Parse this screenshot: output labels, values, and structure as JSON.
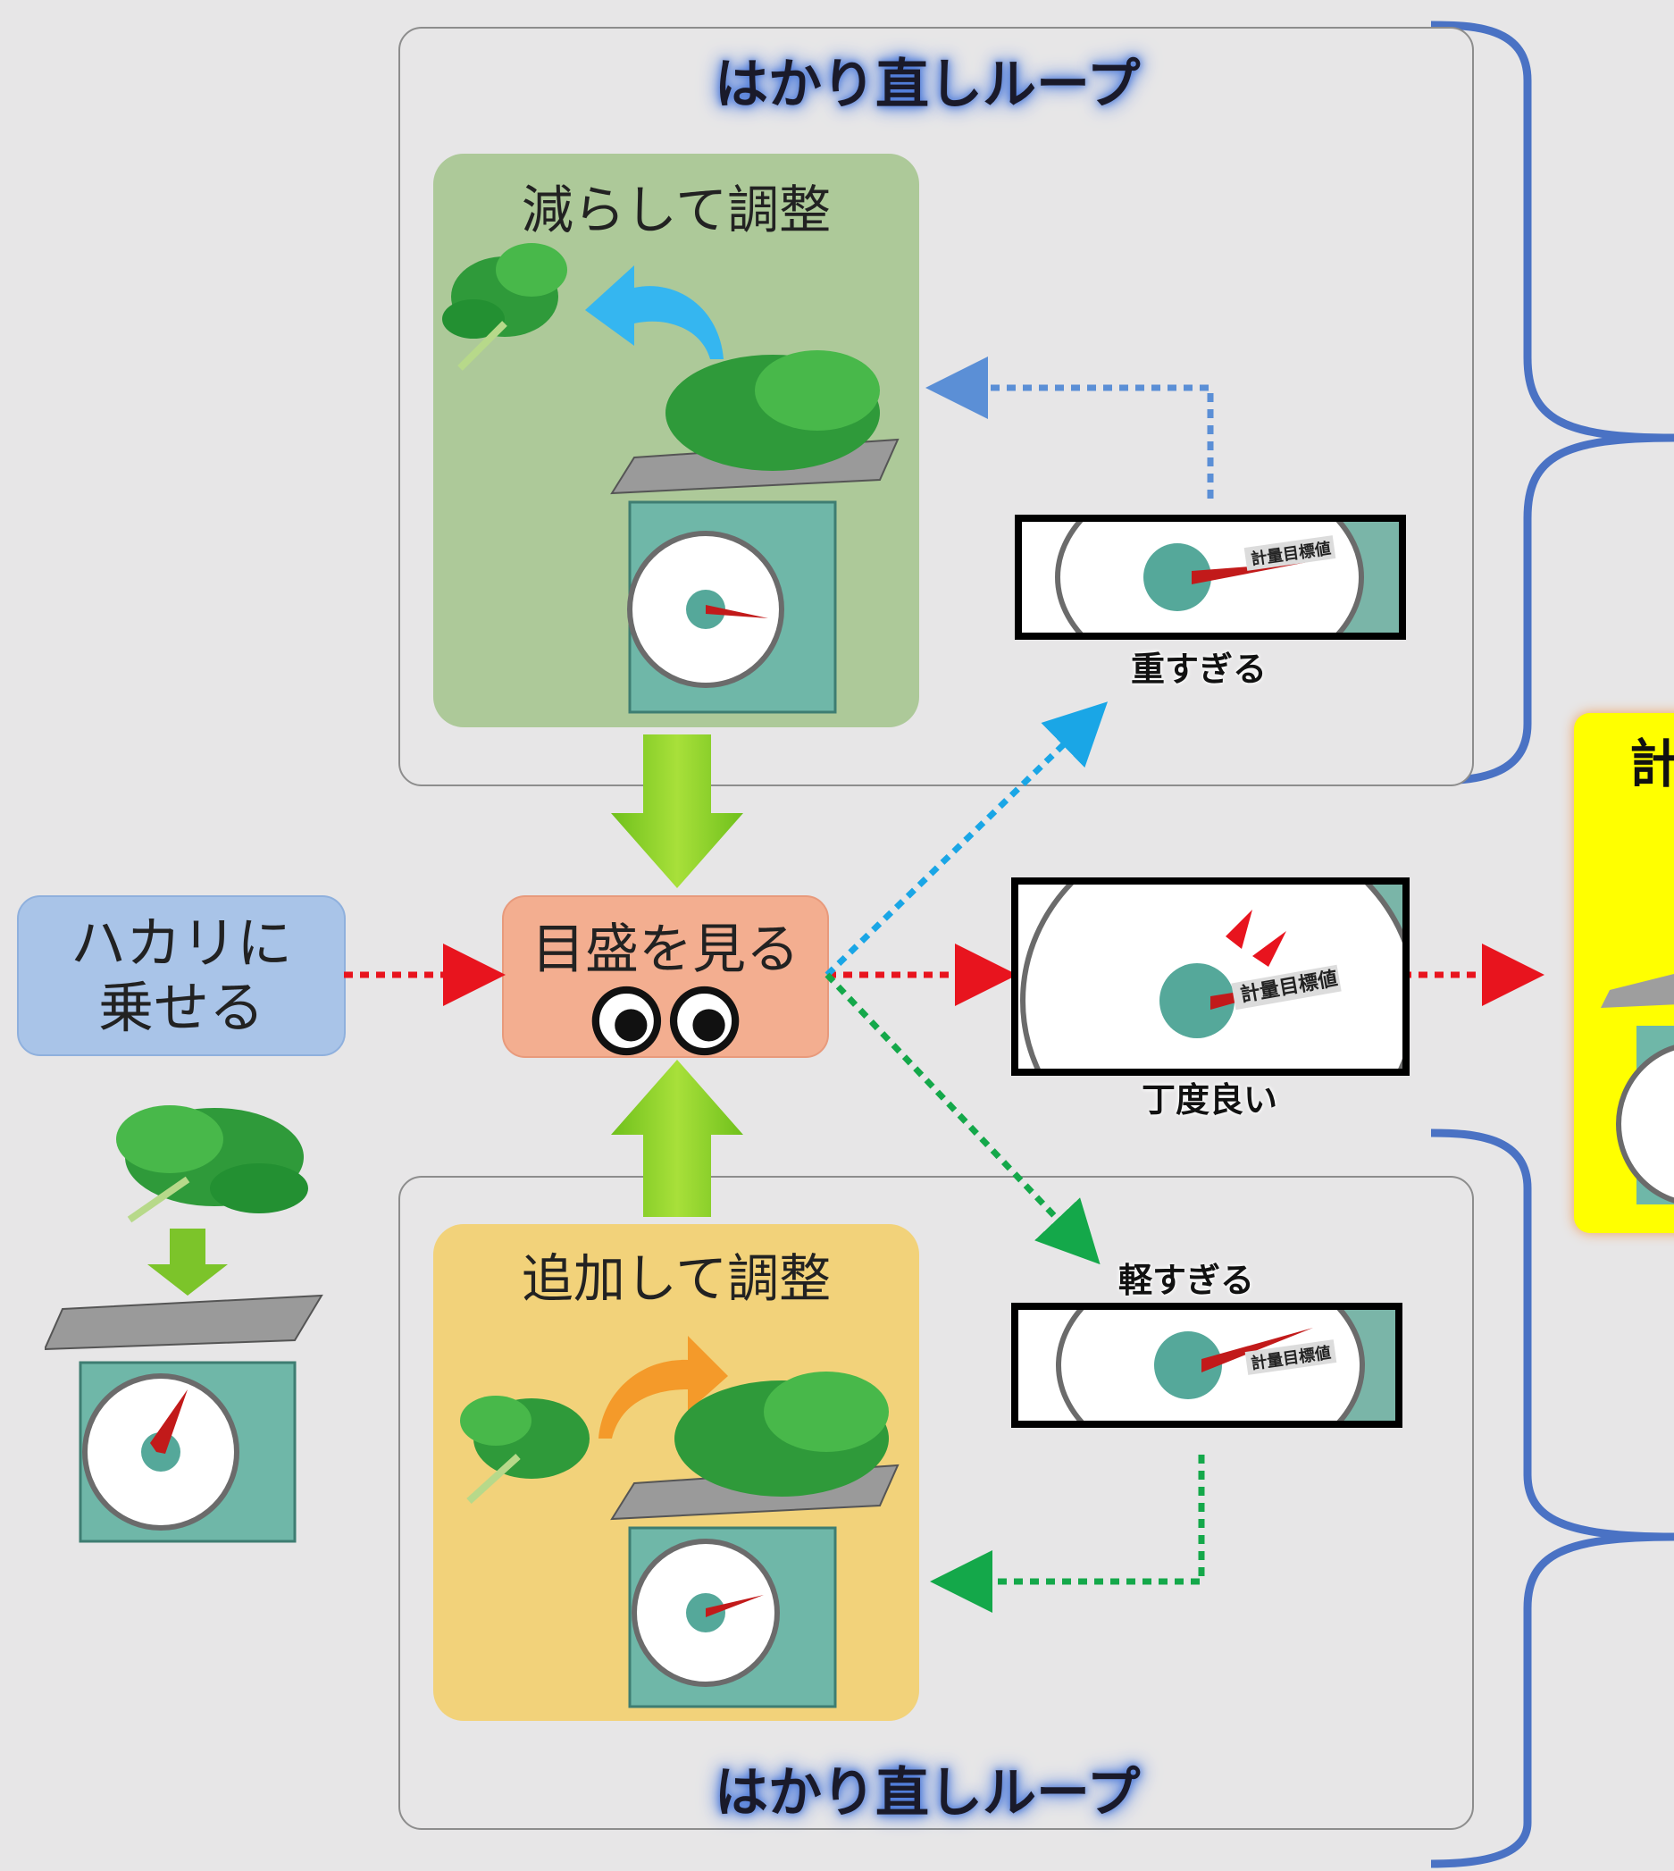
{
  "loops": {
    "top_title": "はかり直しループ",
    "bottom_title": "はかり直しループ"
  },
  "panels": {
    "reduce_title": "減らして調整",
    "add_title": "追加して調整"
  },
  "nodes": {
    "place_line1": "ハカリに",
    "place_line2": "乗せる",
    "look": "目盛を見る"
  },
  "gauges": {
    "target_label": "計量目標値",
    "heavy_caption": "重すぎる",
    "just_caption": "丁度良い",
    "light_caption": "軽すぎる"
  },
  "result": {
    "partial_title": "計"
  },
  "colors": {
    "loop_bracket": "#4a72c4",
    "reduce_panel": "#adc999",
    "add_panel": "#f2d27a",
    "place_node": "#a9c4e8",
    "look_node": "#f3ae90",
    "result_panel": "#ffff00",
    "arrow_red": "#e8141e",
    "arrow_blue": "#1aa6e6",
    "arrow_green": "#14a84a",
    "arrow_loop_blue": "#5b8fd6"
  }
}
